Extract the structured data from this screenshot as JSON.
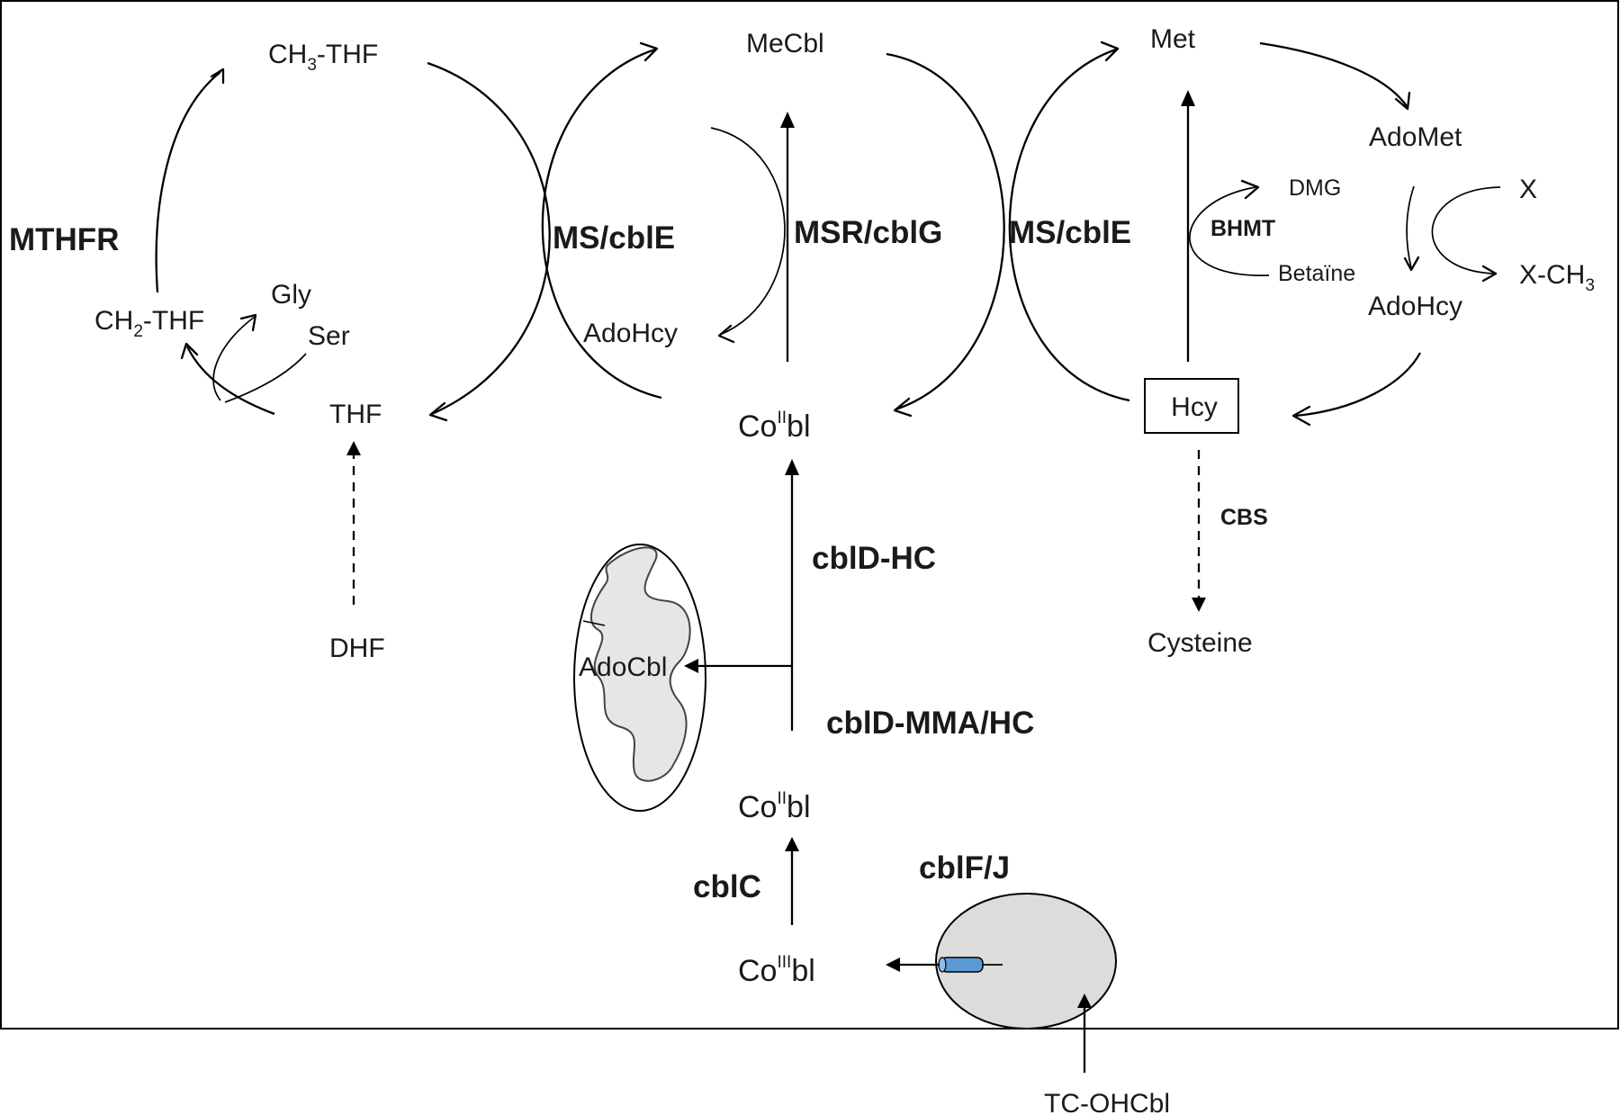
{
  "frame": {
    "border_color": "#000000"
  },
  "folate_cycle": {
    "ch3_thf": {
      "main": "CH",
      "sub": "3",
      "rest": "-THF"
    },
    "ch2_thf": {
      "main": "CH",
      "sub": "2",
      "rest": "-THF"
    },
    "thf": "THF",
    "dhf": "DHF",
    "gly": "Gly",
    "ser": "Ser",
    "mthfr": "MTHFR"
  },
  "cobalamin_cycle": {
    "mecbl": "MeCbl",
    "adohcy": "AdoHcy",
    "co2bl_upper": {
      "main": "Co",
      "sup": "II",
      "rest": "bl"
    },
    "ms_left": "MS/cblE",
    "msr": "MSR/cblG",
    "ms_right": "MS/cblE"
  },
  "methionine_cycle": {
    "met": "Met",
    "adomet": "AdoMet",
    "adohcy": "AdoHcy",
    "hcy": "Hcy",
    "x": "X",
    "xch3": {
      "main": "X-CH",
      "sub": "3"
    },
    "dmg": "DMG",
    "betaine": "Betaïne",
    "bhmt": "BHMT",
    "cbs": "CBS",
    "cysteine": "Cysteine"
  },
  "processing": {
    "cbld_hc": "cblD-HC",
    "cbld_mma_hc": "cblD-MMA/HC",
    "adocbl": "AdoCbl",
    "co2bl_lower": {
      "main": "Co",
      "sup": "II",
      "rest": "bl"
    },
    "cblc": "cblC",
    "co3bl": {
      "main": "Co",
      "sup": "III",
      "rest": "bl"
    },
    "cblfj": "cblF/J",
    "tc_ohcbl": "TC-OHCbl"
  },
  "colors": {
    "lysosome_fill": "#dcdcdc",
    "mitochondria_fill": "#ececec",
    "transporter_fill": "#5b9bd5",
    "outline": "#000000"
  }
}
